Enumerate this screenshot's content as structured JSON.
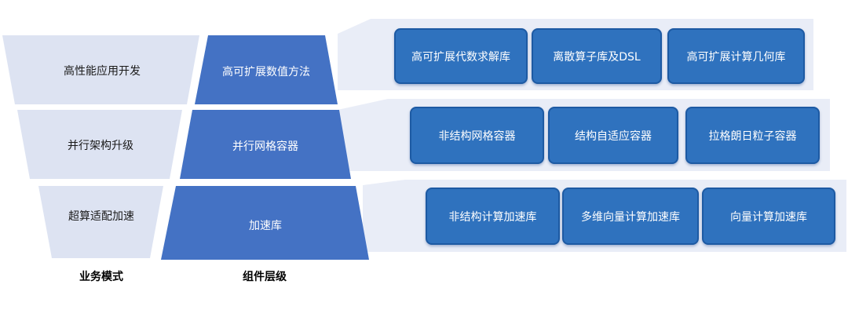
{
  "colors": {
    "left_fill": "#dde3f2",
    "mid_fill": "#4472c4",
    "band_fill": "#e9edf7",
    "box_fill": "#2f72be"
  },
  "business_modes": {
    "caption": "业务模式",
    "items": [
      "高性能应用开发",
      "并行架构升级",
      "超算适配加速"
    ]
  },
  "component_levels": {
    "caption": "组件层级",
    "items": [
      "高可扩展数值方法",
      "并行网格容器",
      "加速库"
    ]
  },
  "component_rows": [
    [
      "高可扩展代数求解库",
      "离散算子库及DSL",
      "高可扩展计算几何库"
    ],
    [
      "非结构网格容器",
      "结构自适应容器",
      "拉格朗日粒子容器"
    ],
    [
      "非结构计算加速库",
      "多维向量计算加速库",
      "向量计算加速库"
    ]
  ]
}
